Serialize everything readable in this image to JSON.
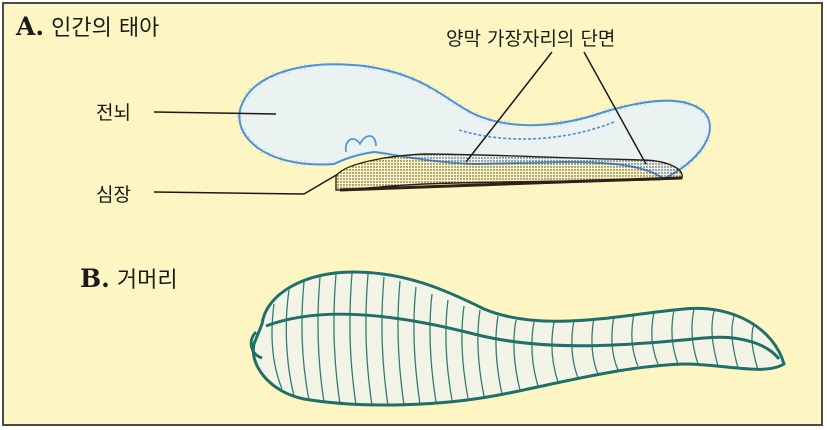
{
  "panel_a": {
    "letter": "A.",
    "title": "인간의 태아",
    "labels": {
      "forebrain": "전뇌",
      "heart": "심장",
      "amnion_edge": "양막 가장자리의 단면"
    }
  },
  "panel_b": {
    "letter": "B.",
    "title": "거머리"
  },
  "colors": {
    "background": "#fdf6c3",
    "border": "#4a4a4a",
    "embryo_outline": "#4a90d9",
    "embryo_fill": "#eaf2f2",
    "leech_outline": "#1f6f6a",
    "leech_fill": "#f4f4e6",
    "shadow": "#2a2418"
  }
}
